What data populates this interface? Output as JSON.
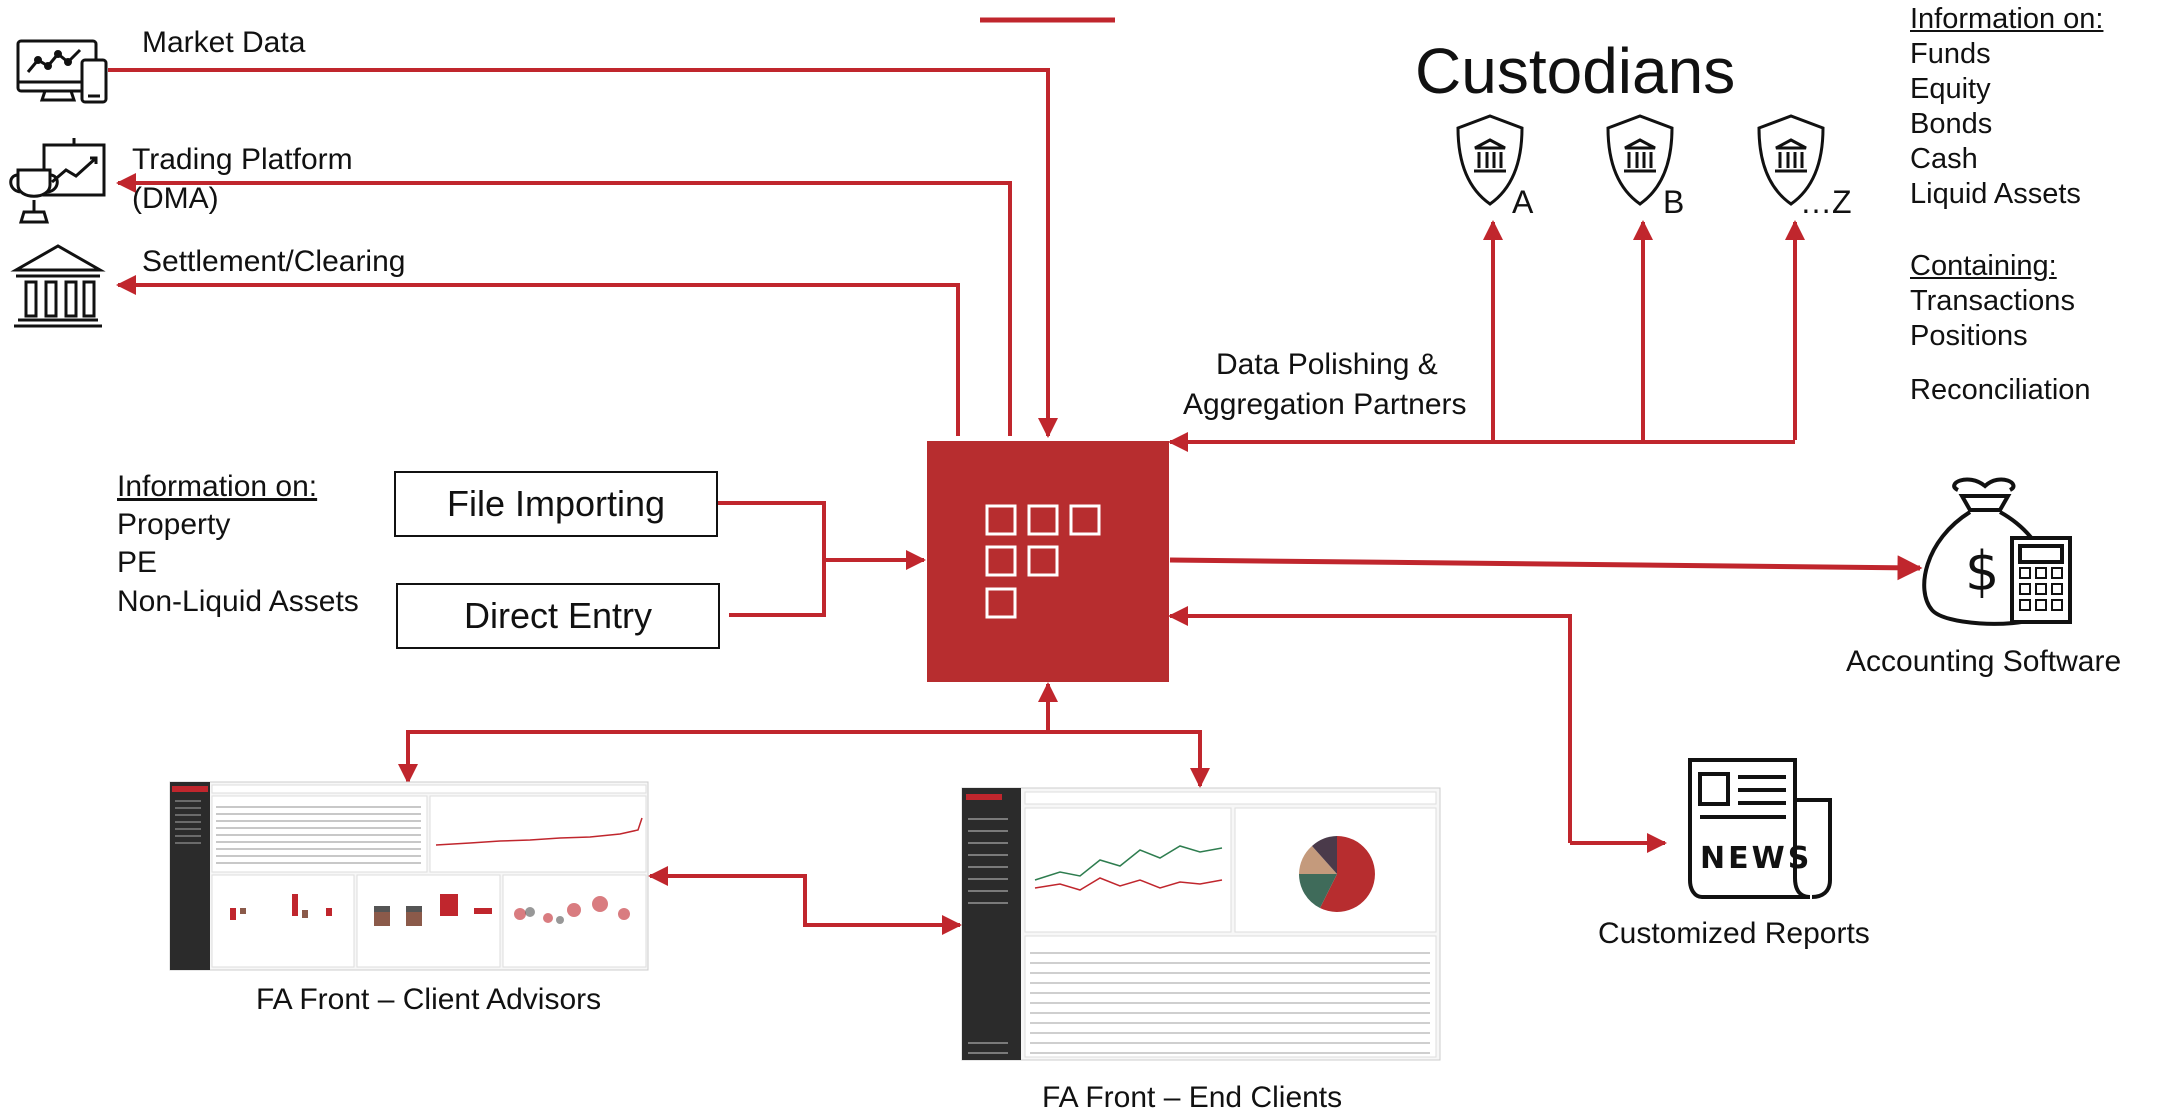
{
  "external_sources": {
    "market_data": "Market Data",
    "trading_platform_line1": "Trading Platform",
    "trading_platform_line2": "(DMA)",
    "settlement": "Settlement/Clearing"
  },
  "custodians": {
    "title": "Custodians",
    "items": [
      "A",
      "B",
      "…Z"
    ],
    "info_heading": "Information on:",
    "info_items": [
      "Funds",
      "Equity",
      "Bonds",
      "Cash",
      "Liquid Assets"
    ],
    "containing_heading": "Containing:",
    "containing_items": [
      "Transactions",
      "Positions"
    ],
    "reconciliation": "Reconciliation"
  },
  "partners": {
    "line1": "Data Polishing &",
    "line2": "Aggregation Partners"
  },
  "manual_input": {
    "info_heading": "Information on:",
    "info_items": [
      "Property",
      "PE",
      "Non-Liquid Assets"
    ],
    "file_importing": "File Importing",
    "direct_entry": "Direct Entry"
  },
  "outputs": {
    "accounting": "Accounting Software",
    "reports": "Customized Reports",
    "news_text": "NEWS"
  },
  "fronts": {
    "client_advisors": "FA Front – Client Advisors",
    "end_clients": "FA Front – End Clients"
  },
  "colors": {
    "accent": "#c0262d",
    "hub": "#b72d2f",
    "dark_sidebar": "#2b2b2b"
  }
}
